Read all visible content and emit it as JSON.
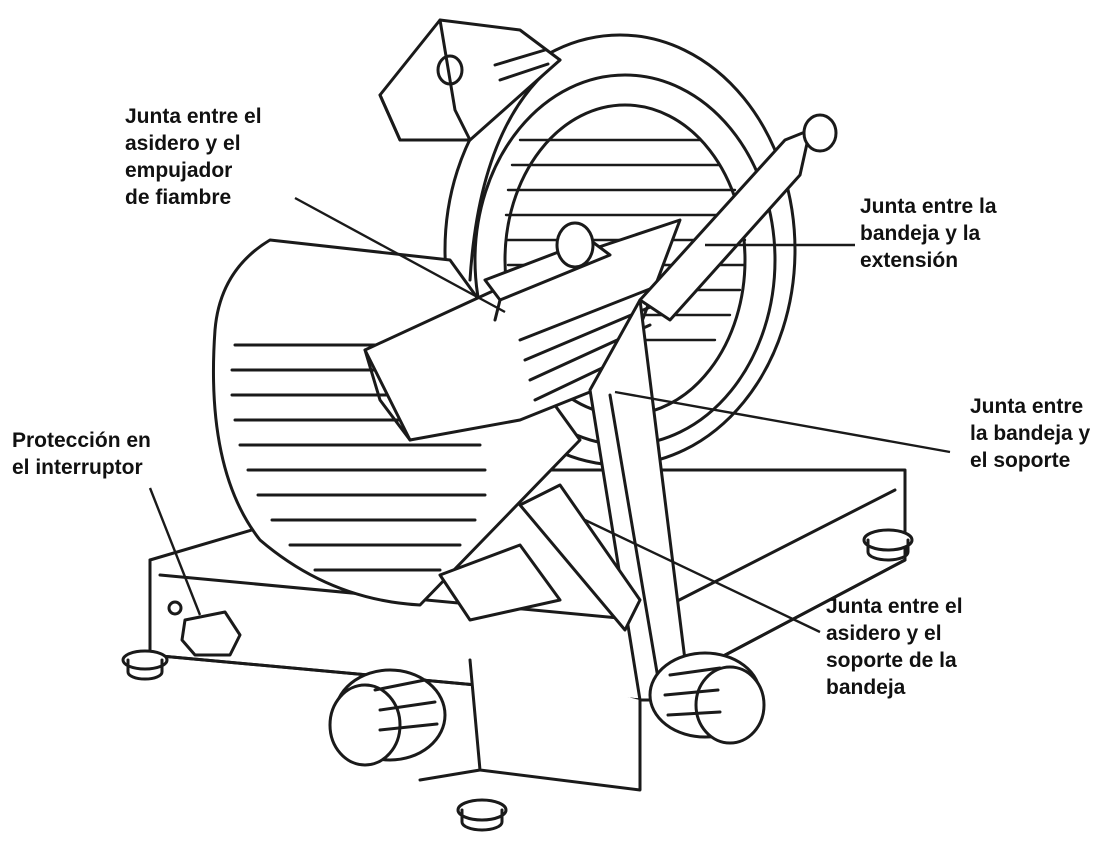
{
  "labels": {
    "handle_pusher": "Junta entre el\nasidero y el\nempujador\nde fiambre",
    "tray_extension": "Junta entre la\nbandeja y la\nextensión",
    "tray_support": "Junta entre\nla bandeja y\nel soporte",
    "switch_guard": "Protección en\nel interruptor",
    "handle_tray_support": "Junta entre el\nasidero y el\nsoporte de la\nbandeja"
  },
  "colors": {
    "line": "#1a1a1a",
    "background": "#ffffff",
    "label": "#111111"
  }
}
